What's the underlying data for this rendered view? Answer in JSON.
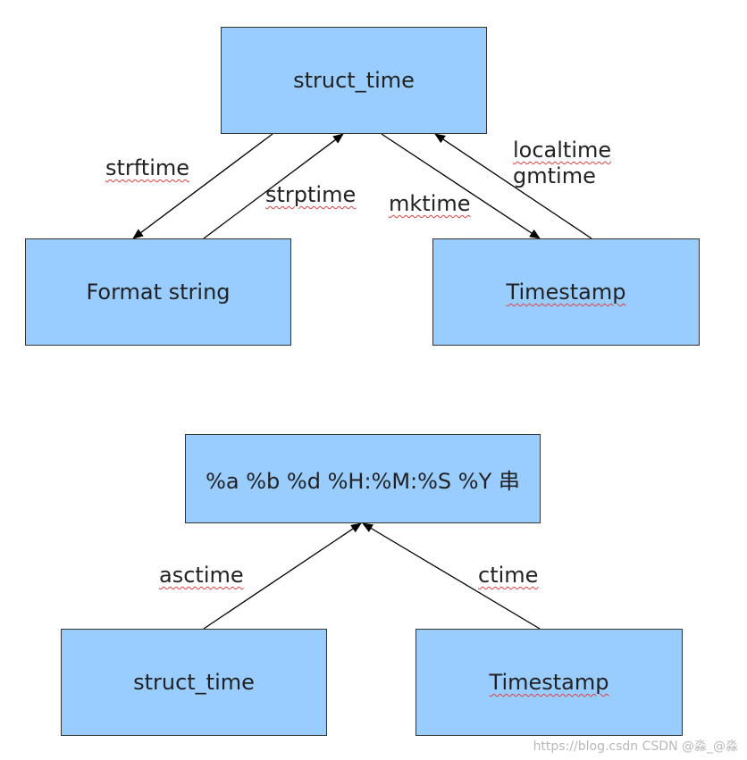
{
  "diagram1": {
    "boxes": {
      "top": "struct_time",
      "left": "Format string",
      "right": "Timestamp"
    },
    "edges": {
      "strftime": "strftime",
      "strptime": "strptime",
      "mktime": "mktime",
      "localtime": "localtime",
      "gmtime": "gmtime"
    }
  },
  "diagram2": {
    "boxes": {
      "top": "%a %b %d %H:%M:%S %Y 串",
      "left": "struct_time",
      "right": "Timestamp"
    },
    "edges": {
      "asctime": "asctime",
      "ctime": "ctime"
    }
  },
  "watermark": "https://blog.csdn CSDN @淼_@淼",
  "colors": {
    "box_fill": "#99ccff",
    "box_border": "#333333",
    "arrow": "#000000",
    "spellcheck_underline": "#e04040"
  }
}
